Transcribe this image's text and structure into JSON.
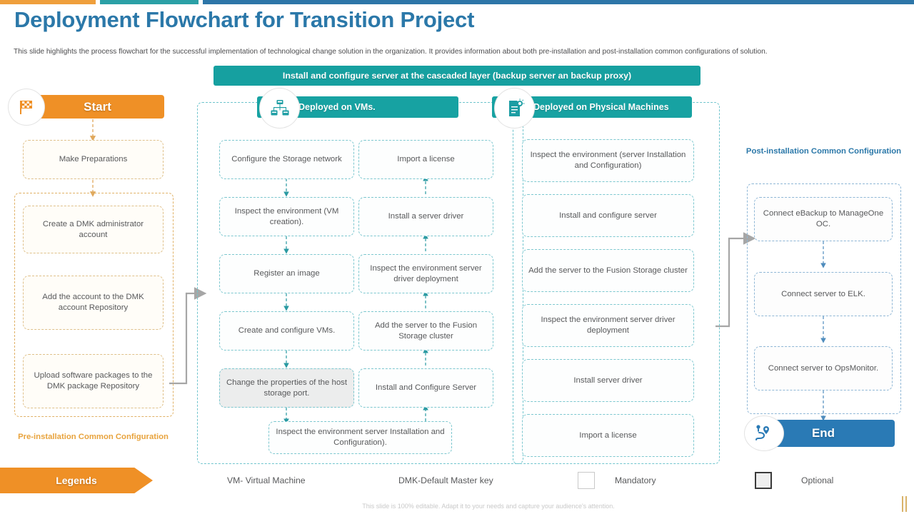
{
  "header": {
    "title": "Deployment Flowchart for Transition Project",
    "subtitle": "This slide highlights the process flowchart for the  successful implementation of technological change solution in the organization. It provides information about both pre-installation and post-installation common configurations of solution.",
    "accent_orange": "#ef9f3c",
    "accent_teal": "#2ba0a6",
    "accent_blue": "#2d76a8"
  },
  "banner": {
    "label": "Install and configure server  at the cascaded layer (backup server  an backup  proxy)",
    "color": "#16a0a0"
  },
  "start": {
    "label": "Start",
    "icon": "checkered-flag-icon",
    "color": "#ef9026"
  },
  "end": {
    "label": "End",
    "icon": "route-pin-icon",
    "color": "#2a7ab5"
  },
  "pre_installation": {
    "first_step": "Make Preparations",
    "caption": "Pre-installation Common Configuration",
    "caption_color": "#e8a33d",
    "steps": [
      "Create a DMK administrator account",
      "Add the account to the DMK account Repository",
      "Upload software packages to the DMK package Repository"
    ]
  },
  "vm_column": {
    "header": "Deployed on VMs.",
    "header_icon": "network-hierarchy-icon",
    "left_steps": [
      "Configure the Storage network",
      "Inspect the environment (VM creation).",
      "Register an image",
      "Create and configure VMs.",
      "Change the properties of the host storage port."
    ],
    "right_steps": [
      "Import  a license",
      "Install a server driver",
      "Inspect the environment server driver deployment",
      "Add the server to the Fusion Storage cluster",
      "Install and Configure Server"
    ],
    "bottom_step": "Inspect the environment server Installation and Configuration).",
    "highlighted_step": "Change the properties of the host storage port."
  },
  "physical_column": {
    "header": "Deployed on Physical Machines",
    "header_icon": "document-idea-icon",
    "steps": [
      "Inspect the environment  (server Installation  and Configuration)",
      "Install and configure server",
      "Add the server to the Fusion Storage cluster",
      "Inspect the environment  server driver deployment",
      "Install server driver",
      "Import  a license"
    ]
  },
  "post_installation": {
    "caption": "Post-installation Common Configuration",
    "caption_color": "#2b78a9",
    "steps": [
      "Connect eBackup to ManageOne OC.",
      "Connect server to ELK.",
      "Connect server to OpsMonitor."
    ]
  },
  "legends": {
    "label": "Legends",
    "items": [
      {
        "text": "VM- Virtual Machine"
      },
      {
        "text": "DMK-Default Master key"
      },
      {
        "text": "Mandatory",
        "swatch": "mandatory"
      },
      {
        "text": "Optional",
        "swatch": "optional"
      }
    ]
  },
  "footer": {
    "text": "This slide is 100% editable. Adapt it to your needs and capture your audience's attention."
  }
}
